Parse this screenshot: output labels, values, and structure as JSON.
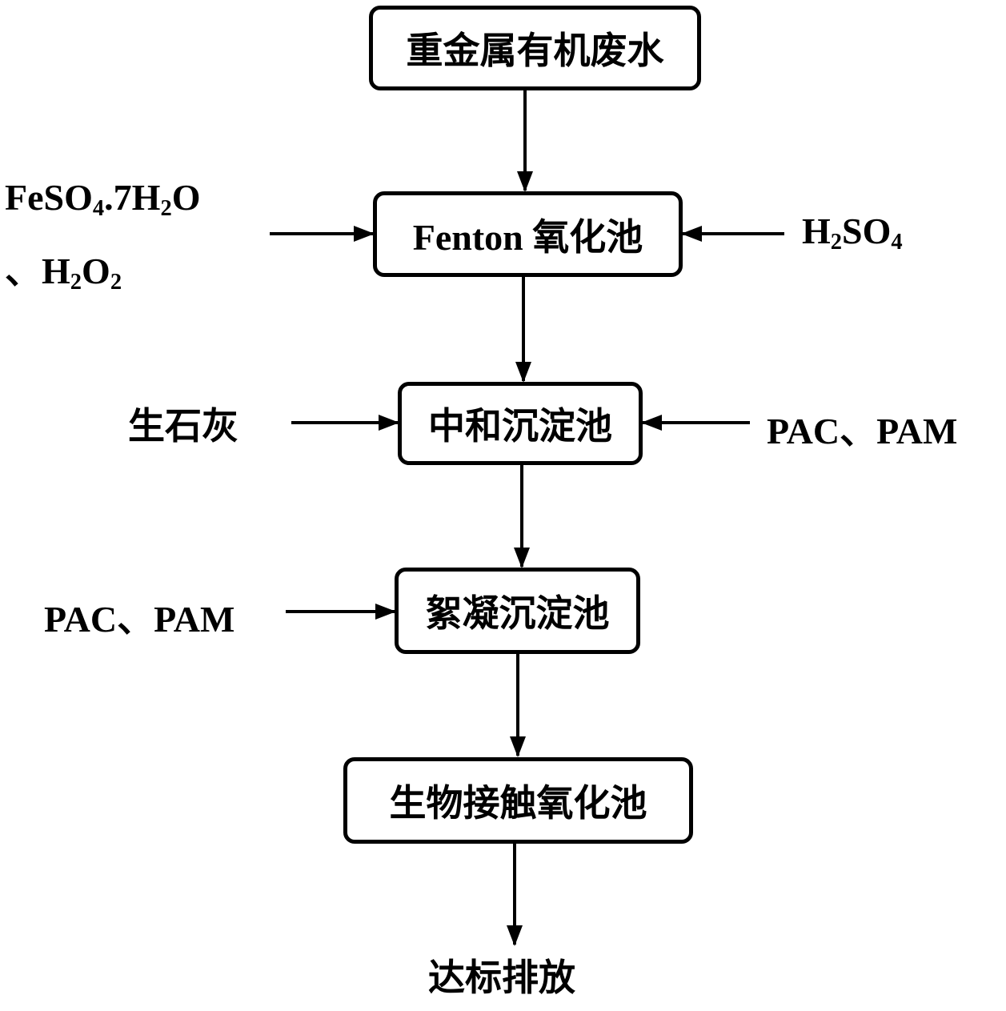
{
  "diagram": {
    "type": "process-flowchart",
    "nodes": [
      {
        "id": "wastewater",
        "label": "重金属有机废水"
      },
      {
        "id": "fenton",
        "label": "Fenton 氧化池"
      },
      {
        "id": "neutralization",
        "label": "中和沉淀池"
      },
      {
        "id": "flocculation",
        "label": "絮凝沉淀池"
      },
      {
        "id": "bio_oxidation",
        "label": "生物接触氧化池"
      },
      {
        "id": "discharge",
        "label": "达标排放"
      }
    ],
    "inputs": {
      "fenton_left_line1": {
        "main": "FeSO",
        "sub": "4",
        "tail": ".7H",
        "sub2": "2",
        "tail2": "O"
      },
      "fenton_left_line2": {
        "prefix": "、H",
        "sub": "2",
        "mid": "O",
        "sub2": "2"
      },
      "fenton_right": {
        "main": "H",
        "sub": "2",
        "mid": "SO",
        "sub2": "4"
      },
      "neutralization_left": "生石灰",
      "neutralization_right": "PAC、PAM",
      "flocculation_left": "PAC、PAM"
    },
    "edges": [
      {
        "from": "wastewater",
        "to": "fenton"
      },
      {
        "from": "FeSO4.7H2O、H2O2",
        "to": "fenton"
      },
      {
        "from": "H2SO4",
        "to": "fenton"
      },
      {
        "from": "fenton",
        "to": "neutralization"
      },
      {
        "from": "生石灰",
        "to": "neutralization"
      },
      {
        "from": "PAC、PAM",
        "to": "neutralization"
      },
      {
        "from": "neutralization",
        "to": "flocculation"
      },
      {
        "from": "PAC、PAM",
        "to": "flocculation"
      },
      {
        "from": "flocculation",
        "to": "bio_oxidation"
      },
      {
        "from": "bio_oxidation",
        "to": "discharge"
      }
    ]
  }
}
